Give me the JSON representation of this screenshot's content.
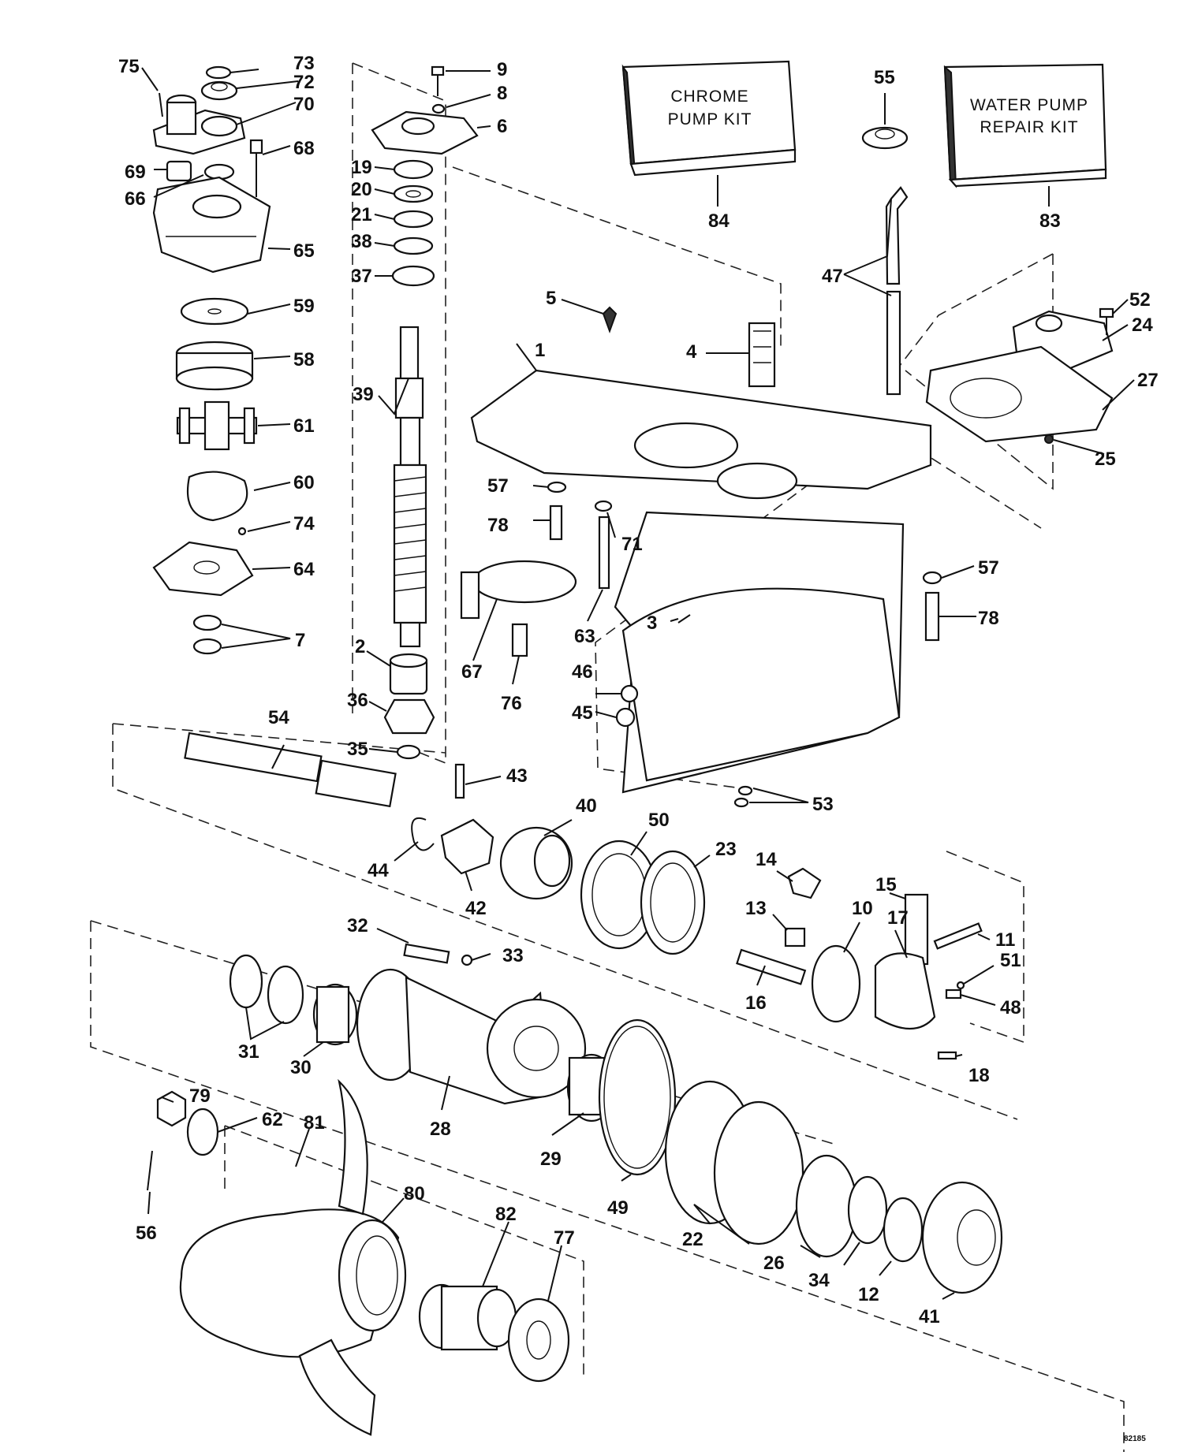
{
  "kits": {
    "chrome_pump_kit": [
      "CHROME",
      "PUMP KIT"
    ],
    "water_pump_repair_kit": [
      "WATER PUMP",
      "REPAIR KIT"
    ]
  },
  "figure_ref": "82185",
  "callouts": [
    {
      "id": "c1",
      "text": "1"
    },
    {
      "id": "c2",
      "text": "2"
    },
    {
      "id": "c3",
      "text": "3"
    },
    {
      "id": "c4",
      "text": "4"
    },
    {
      "id": "c5",
      "text": "5"
    },
    {
      "id": "c6",
      "text": "6"
    },
    {
      "id": "c7",
      "text": "7"
    },
    {
      "id": "c8",
      "text": "8"
    },
    {
      "id": "c9",
      "text": "9"
    },
    {
      "id": "c10",
      "text": "10"
    },
    {
      "id": "c11",
      "text": "11"
    },
    {
      "id": "c12",
      "text": "12"
    },
    {
      "id": "c13",
      "text": "13"
    },
    {
      "id": "c14",
      "text": "14"
    },
    {
      "id": "c15",
      "text": "15"
    },
    {
      "id": "c16",
      "text": "16"
    },
    {
      "id": "c17",
      "text": "17"
    },
    {
      "id": "c18",
      "text": "18"
    },
    {
      "id": "c19",
      "text": "19"
    },
    {
      "id": "c20",
      "text": "20"
    },
    {
      "id": "c21",
      "text": "21"
    },
    {
      "id": "c22",
      "text": "22"
    },
    {
      "id": "c23",
      "text": "23"
    },
    {
      "id": "c24",
      "text": "24"
    },
    {
      "id": "c25",
      "text": "25"
    },
    {
      "id": "c26",
      "text": "26"
    },
    {
      "id": "c27",
      "text": "27"
    },
    {
      "id": "c28",
      "text": "28"
    },
    {
      "id": "c29",
      "text": "29"
    },
    {
      "id": "c30",
      "text": "30"
    },
    {
      "id": "c31",
      "text": "31"
    },
    {
      "id": "c32",
      "text": "32"
    },
    {
      "id": "c33",
      "text": "33"
    },
    {
      "id": "c34",
      "text": "34"
    },
    {
      "id": "c35",
      "text": "35"
    },
    {
      "id": "c36",
      "text": "36"
    },
    {
      "id": "c37",
      "text": "37"
    },
    {
      "id": "c38",
      "text": "38"
    },
    {
      "id": "c39",
      "text": "39"
    },
    {
      "id": "c40",
      "text": "40"
    },
    {
      "id": "c41",
      "text": "41"
    },
    {
      "id": "c42",
      "text": "42"
    },
    {
      "id": "c43",
      "text": "43"
    },
    {
      "id": "c44",
      "text": "44"
    },
    {
      "id": "c45",
      "text": "45"
    },
    {
      "id": "c46",
      "text": "46"
    },
    {
      "id": "c47",
      "text": "47"
    },
    {
      "id": "c48",
      "text": "48"
    },
    {
      "id": "c49",
      "text": "49"
    },
    {
      "id": "c50",
      "text": "50"
    },
    {
      "id": "c51",
      "text": "51"
    },
    {
      "id": "c52",
      "text": "52"
    },
    {
      "id": "c53",
      "text": "53"
    },
    {
      "id": "c54",
      "text": "54"
    },
    {
      "id": "c55",
      "text": "55"
    },
    {
      "id": "c56",
      "text": "56"
    },
    {
      "id": "c57a",
      "text": "57"
    },
    {
      "id": "c57b",
      "text": "57"
    },
    {
      "id": "c58",
      "text": "58"
    },
    {
      "id": "c59",
      "text": "59"
    },
    {
      "id": "c60",
      "text": "60"
    },
    {
      "id": "c61",
      "text": "61"
    },
    {
      "id": "c62",
      "text": "62"
    },
    {
      "id": "c63",
      "text": "63"
    },
    {
      "id": "c64",
      "text": "64"
    },
    {
      "id": "c65",
      "text": "65"
    },
    {
      "id": "c66",
      "text": "66"
    },
    {
      "id": "c67",
      "text": "67"
    },
    {
      "id": "c68",
      "text": "68"
    },
    {
      "id": "c69",
      "text": "69"
    },
    {
      "id": "c70",
      "text": "70"
    },
    {
      "id": "c71",
      "text": "71"
    },
    {
      "id": "c72",
      "text": "72"
    },
    {
      "id": "c73",
      "text": "73"
    },
    {
      "id": "c74",
      "text": "74"
    },
    {
      "id": "c75",
      "text": "75"
    },
    {
      "id": "c76",
      "text": "76"
    },
    {
      "id": "c77",
      "text": "77"
    },
    {
      "id": "c78a",
      "text": "78"
    },
    {
      "id": "c78b",
      "text": "78"
    },
    {
      "id": "c79",
      "text": "79"
    },
    {
      "id": "c80",
      "text": "80"
    },
    {
      "id": "c81",
      "text": "81"
    },
    {
      "id": "c82",
      "text": "82"
    },
    {
      "id": "c83",
      "text": "83"
    },
    {
      "id": "c84",
      "text": "84"
    }
  ]
}
